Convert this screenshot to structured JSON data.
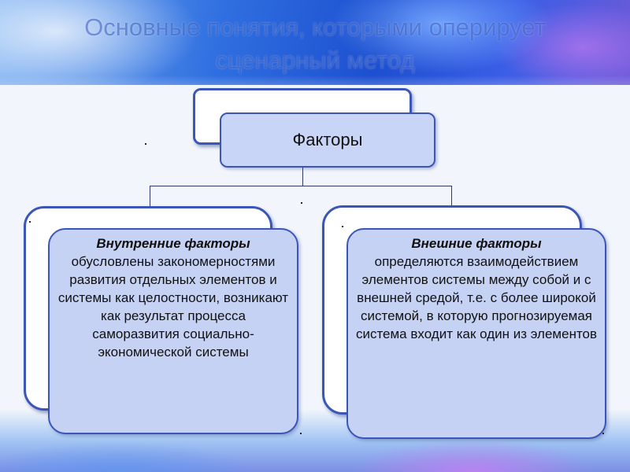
{
  "slide": {
    "title": "Основные понятия, которыми оперирует сценарный метод"
  },
  "diagram": {
    "top_node": "Факторы",
    "left_node": {
      "heading": "Внутренние факторы",
      "text": "обусловлены закономерностями развития отдельных элементов и системы как целостности, возникают как результат процесса саморазвития социально-экономической системы"
    },
    "right_node": {
      "heading": "Внешние факторы",
      "text": "определяются взаимодействием элементов системы между собой и с внешней средой, т.е. с более широкой системой, в которую прогнозируемая система входит как один из элементов"
    }
  },
  "colors": {
    "node_fill": "#c9d5f6",
    "node_border": "#3b56b8",
    "connector": "#2f3a6a"
  }
}
